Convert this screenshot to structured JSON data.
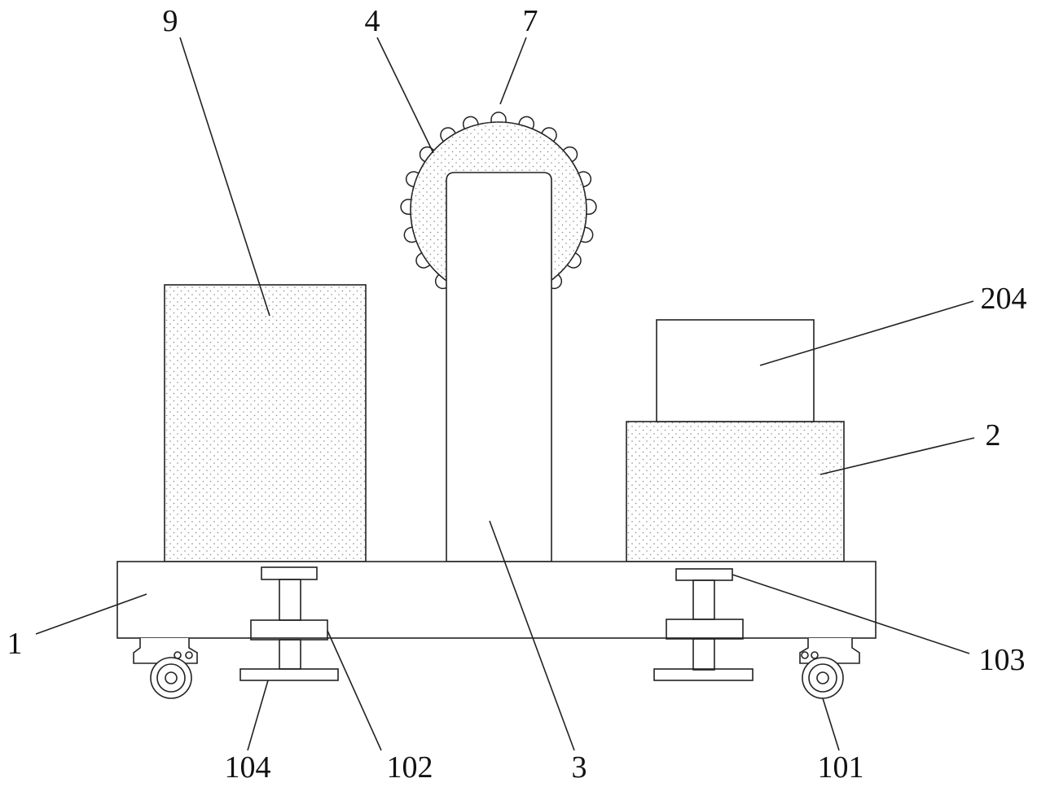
{
  "figure": {
    "labels": {
      "l9": "9",
      "l4": "4",
      "l7": "7",
      "l204": "204",
      "l2": "2",
      "l1": "1",
      "l103": "103",
      "l104": "104",
      "l102": "102",
      "l3": "3",
      "l101": "101"
    }
  }
}
